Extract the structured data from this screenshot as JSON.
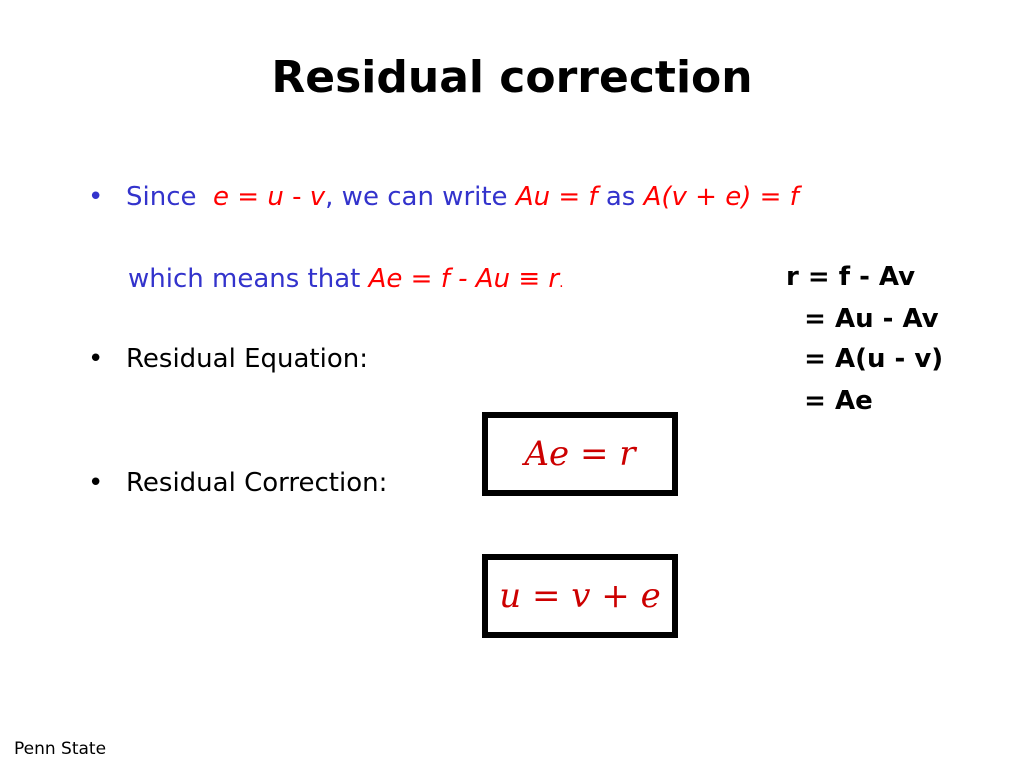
{
  "slide": {
    "title": "Residual correction",
    "footer": "Penn State"
  },
  "bullets": [
    {
      "since": "Since",
      "e": "e",
      "eq1": "=",
      "u": "u",
      "minus1": "-",
      "v": "v",
      "mid": ", we can write",
      "Au": "Au",
      "eq2": "=",
      "f": "f",
      "as": "as",
      "Ave": "A(v + e) = f",
      "which": "which means that",
      "expr": "Ae = f - Au",
      "equiv": "≡",
      "r": "r",
      "dot": "."
    },
    {
      "label": "Residual Equation:"
    },
    {
      "label": "Residual Correction:"
    }
  ],
  "bullet_symbol": "•",
  "derivation": [
    "r = f - Av",
    "  = Au - Av",
    "  = A(u - v)",
    "  = Ae"
  ],
  "equations": {
    "residual_equation": "Ae = r",
    "residual_correction": "u = v + e"
  },
  "colors": {
    "text_blue": "#3333cc",
    "math_red": "#ff0000",
    "box_text": "#cc0000"
  }
}
